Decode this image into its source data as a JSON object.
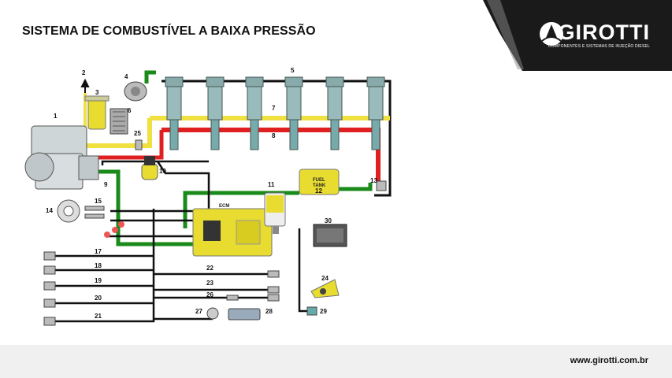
{
  "header": {
    "title": "SISTEMA DE COMBUSTÍVEL A BAIXA PRESSÃO"
  },
  "brand": {
    "name": "GIROTTI",
    "tagline": "COMPONENTES E SISTEMAS DE INJEÇÃO DIESEL",
    "url": "www.girotti.com.br"
  },
  "labels": {
    "ecm": "ECM",
    "tank_line1": "FUEL",
    "tank_line2": "TANK",
    "n1": "1",
    "n2": "2",
    "n3": "3",
    "n4": "4",
    "n5": "5",
    "n6": "6",
    "n7": "7",
    "n8": "8",
    "n9": "9",
    "n10": "10",
    "n11": "11",
    "n12": "12",
    "n13": "13",
    "n14": "14",
    "n15": "15",
    "n17": "17",
    "n18": "18",
    "n19": "19",
    "n20": "20",
    "n21": "21",
    "n22": "22",
    "n23": "23",
    "n24": "24",
    "n25": "25",
    "n26": "26",
    "n27": "27",
    "n28": "28",
    "n29": "29",
    "n30": "30"
  },
  "colors": {
    "supply": "#f0e040",
    "return": "#e02020",
    "transfer": "#1a8a1a",
    "wire": "#111111",
    "component": "#e8dc30",
    "band": "#1a1a1a"
  },
  "icons": {
    "injector": "fuel-injector-icon",
    "pump": "transfer-pump-icon",
    "battery": "battery-icon",
    "sensor": "sensor-icon",
    "logo": "girotti-logo-icon"
  }
}
